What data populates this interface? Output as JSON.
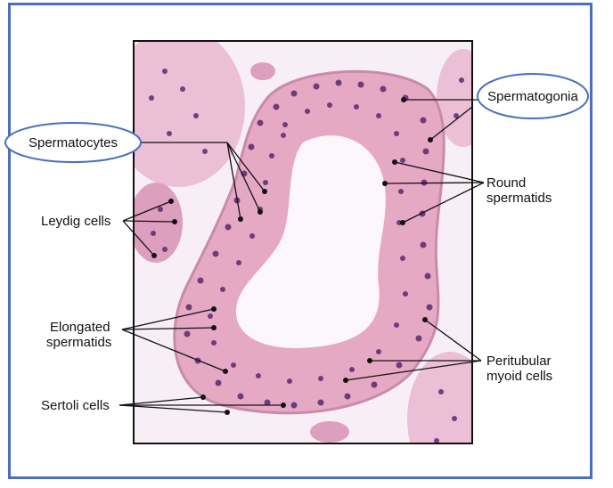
{
  "labels": {
    "spermatocytes": "Spermatocytes",
    "spermatogonia": "Spermatogonia",
    "leydig": "Leydig cells",
    "round_1": "Round",
    "round_2": "spermatids",
    "elongated_1": "Elongated",
    "elongated_2": "spermatids",
    "sertoli": "Sertoli cells",
    "peritubular_1": "Peritubular",
    "peritubular_2": "myoid cells"
  },
  "colors": {
    "frame": "#4a6fc1",
    "highlight_ellipse": "#4a6fc1",
    "tissue_background": "#f7eef5",
    "tubule_wall": "#e6a9c4",
    "nucleus": "#5a2a6e",
    "lumen": "#fdfbfd"
  }
}
